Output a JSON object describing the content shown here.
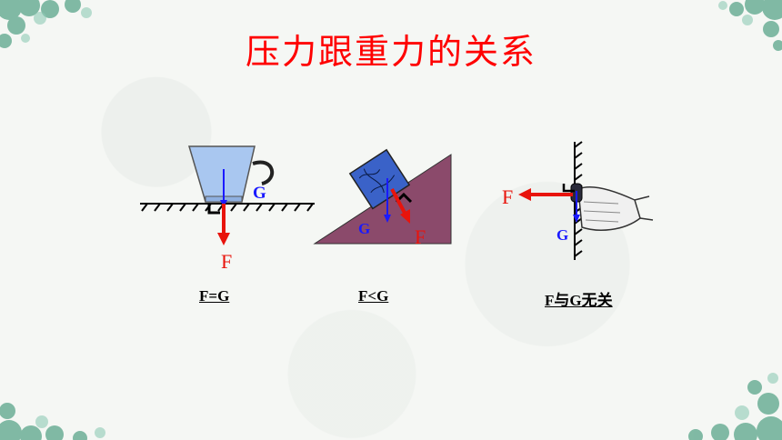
{
  "title": "压力跟重力的关系",
  "colors": {
    "title": "#ff0000",
    "force_F": "#e8140c",
    "force_G": "#1a1aff",
    "cup": "#a9c7f0",
    "incline": "#8b4a6b",
    "block": "#3a62c8",
    "foliage": "#5aa58a"
  },
  "panels": [
    {
      "caption": "F=G",
      "F_label": "F",
      "G_label": "G"
    },
    {
      "caption": "F<G",
      "F_label": "F",
      "G_label": "G"
    },
    {
      "caption": "F与G无关",
      "F_label": "F",
      "G_label": "G"
    }
  ],
  "icons": [
    "cup-icon",
    "block-icon",
    "hand-icon",
    "foliage-decoration"
  ]
}
